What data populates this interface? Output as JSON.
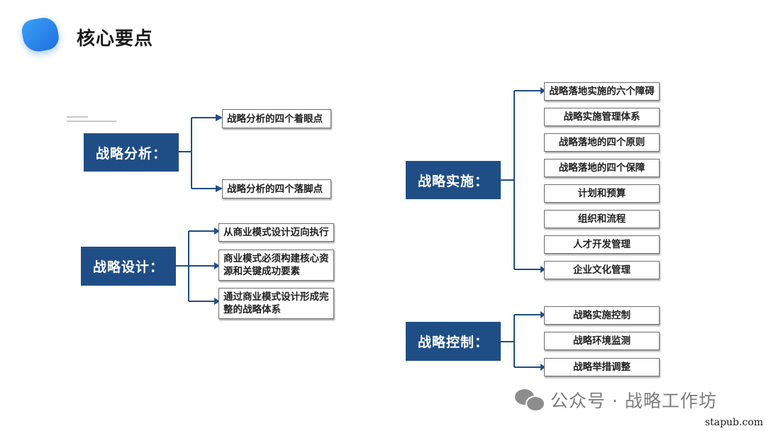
{
  "title": "核心要点",
  "branches": {
    "analysis": {
      "label": "战略分析：",
      "items": [
        "战略分析的四个着眼点",
        "战略分析的四个落脚点"
      ]
    },
    "design": {
      "label": "战略设计：",
      "items": [
        "从商业模式设计迈向执行",
        "商业模式必须构建核心资\n源和关键成功要素",
        "通过商业模式设计形成完\n整的战略体系"
      ]
    },
    "implementation": {
      "label": "战略实施：",
      "items": [
        "战略落地实施的六个障碍",
        "战略实施管理体系",
        "战略落地的四个原则",
        "战略落地的四个保障",
        "计划和预算",
        "组织和流程",
        "人才开发管理",
        "企业文化管理"
      ]
    },
    "control": {
      "label": "战略控制：",
      "items": [
        "战略实施控制",
        "战略环境监测",
        "战略举措调整"
      ]
    }
  },
  "watermark": {
    "text": "公众号 · 战略工作坊",
    "icon": "wechat-icon"
  },
  "site": "stapub.com",
  "colors": {
    "main_box": "#1f4e86",
    "accent_blob": "#2a86eb",
    "connector": "#1f4e86"
  }
}
